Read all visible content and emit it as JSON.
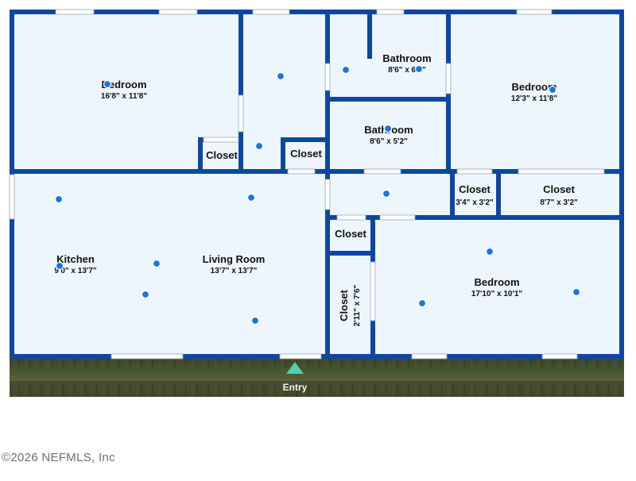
{
  "rooms": {
    "bedroom_nw": {
      "name": "Bedroom",
      "dims": "16'8\" x 11'8\""
    },
    "bathroom_n": {
      "name": "Bathroom",
      "dims": "8'6\" x 6'1\""
    },
    "bedroom_ne": {
      "name": "Bedroom",
      "dims": "12'3\" x 11'8\""
    },
    "bathroom_mid": {
      "name": "Bathroom",
      "dims": "8'6\" x 5'2\""
    },
    "closet_nw": {
      "name": "Closet"
    },
    "closet_hall": {
      "name": "Closet"
    },
    "closet_small": {
      "name": "Closet",
      "dims": "3'4\" x 3'2\""
    },
    "closet_wide": {
      "name": "Closet",
      "dims": "8'7\" x 3'2\""
    },
    "closet_center": {
      "name": "Closet"
    },
    "closet_vertical": {
      "name": "Closet",
      "dims": "2'11\" x 7'6\""
    },
    "kitchen": {
      "name": "Kitchen",
      "dims": "9'0\" x 13'7\""
    },
    "living_room": {
      "name": "Living Room",
      "dims": "13'7\" x 13'7\""
    },
    "bedroom_se": {
      "name": "Bedroom",
      "dims": "17'10\" x 10'1\""
    }
  },
  "entry": {
    "label": "Entry"
  },
  "copyright": "©2026 NEFMLS, Inc",
  "colors": {
    "wall": "#0d47a1",
    "floor": "#eef6fd",
    "hotspot": "#1a73e8",
    "entry_marker": "#4fd1b0"
  },
  "icons": {
    "hotspot": "camera-hotspot-icon",
    "entry": "entry-arrow-icon"
  }
}
